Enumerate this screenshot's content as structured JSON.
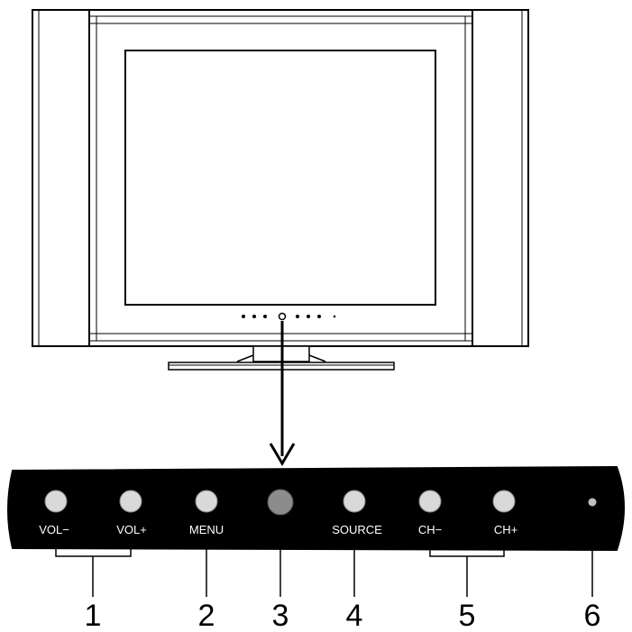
{
  "panel_labels": {
    "vol_minus": "VOL−",
    "vol_plus": "VOL+",
    "menu": "MENU",
    "source": "SOURCE",
    "ch_minus": "CH−",
    "ch_plus": "CH+"
  },
  "callouts": {
    "c1": "1",
    "c2": "2",
    "c3": "3",
    "c4": "4",
    "c5": "5",
    "c6": "6"
  }
}
